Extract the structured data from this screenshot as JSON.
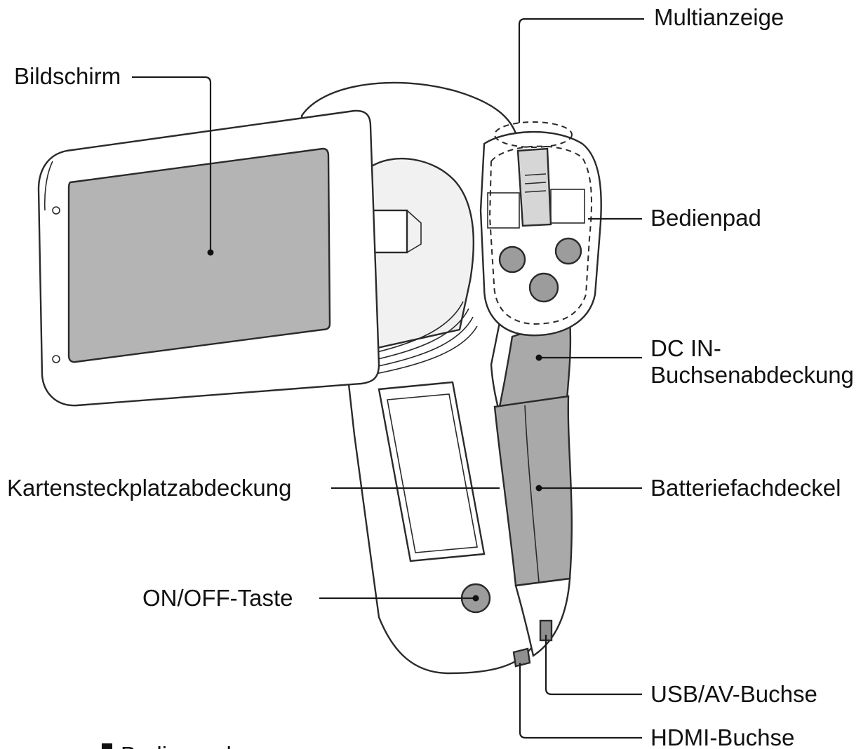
{
  "labels": {
    "display": "Bildschirm",
    "multi_indicator": "Multianzeige",
    "control_pad": "Bedienpad",
    "dc_in_line1": "DC IN-",
    "dc_in_line2": "Buchsenabdeckung",
    "card_slot_cover": "Kartensteckplatzabdeckung",
    "battery_cover": "Batteriefachdeckel",
    "power_button": "ON/OFF-Taste",
    "usb_av_jack": "USB/AV-Buchse",
    "hdmi_jack": "HDMI-Buchse",
    "footer_partial": "Bedienpad"
  },
  "colors": {
    "outline": "#2a2a2a",
    "screen_fill": "#b4b4b4",
    "body_fill": "#ffffff",
    "grip_gray": "#a9a9a9",
    "lens_gray": "#e6e6e6",
    "button_gray": "#9c9c9c"
  }
}
